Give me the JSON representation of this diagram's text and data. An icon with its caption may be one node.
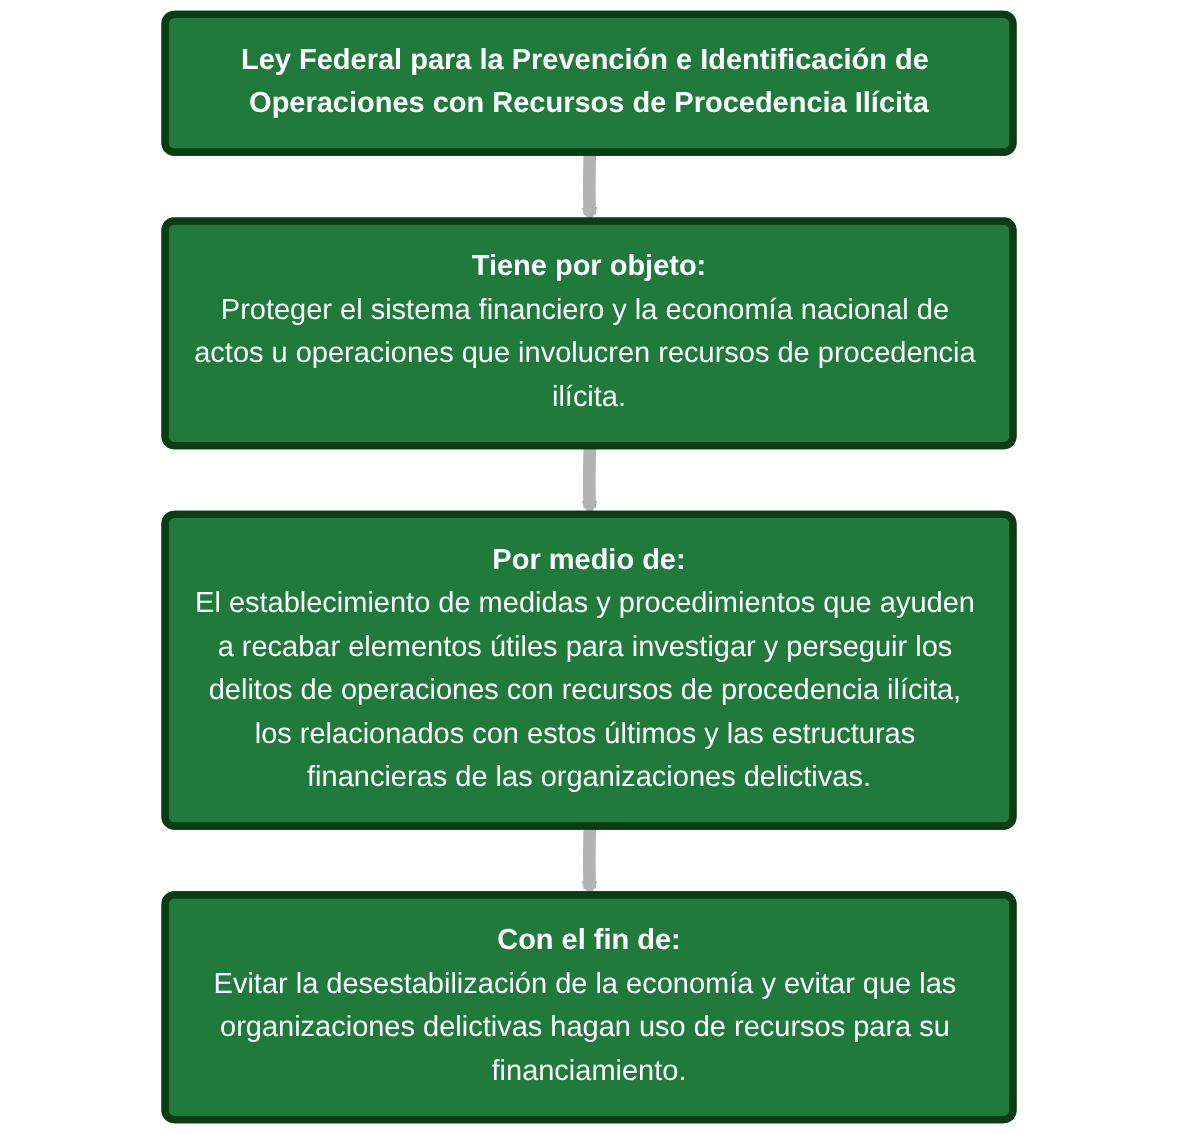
{
  "diagram": {
    "nodes": [
      {
        "text": [
          "Ley Federal para la Prevención e Identificación de Operaciones con Recursos de Procedencia Ilícita"
        ]
      },
      {
        "text": [
          "Tiene por objeto:",
          "Proteger el sistema financiero y la economía nacional de actos u operaciones que involucren recursos de procedencia ilícita."
        ]
      },
      {
        "text": [
          "Por medio de:",
          "El establecimiento de medidas y procedimientos que ayuden a recabar elementos útiles para investigar y perseguir los delitos de operaciones con recursos de procedencia ilícita, los relacionados con estos últimos y las estructuras financieras de las organizaciones delictivas."
        ]
      },
      {
        "text": [
          "Con el fin de:",
          "Evitar la desestabilización de la economía y evitar que las organizaciones delictivas hagan uso de recursos para su financiamiento."
        ]
      }
    ],
    "edges": [
      {
        "from": 0,
        "to": 1,
        "arrow": "to"
      },
      {
        "from": 1,
        "to": 2,
        "arrow": "to"
      },
      {
        "from": 2,
        "to": 3,
        "arrow": "to"
      }
    ]
  }
}
